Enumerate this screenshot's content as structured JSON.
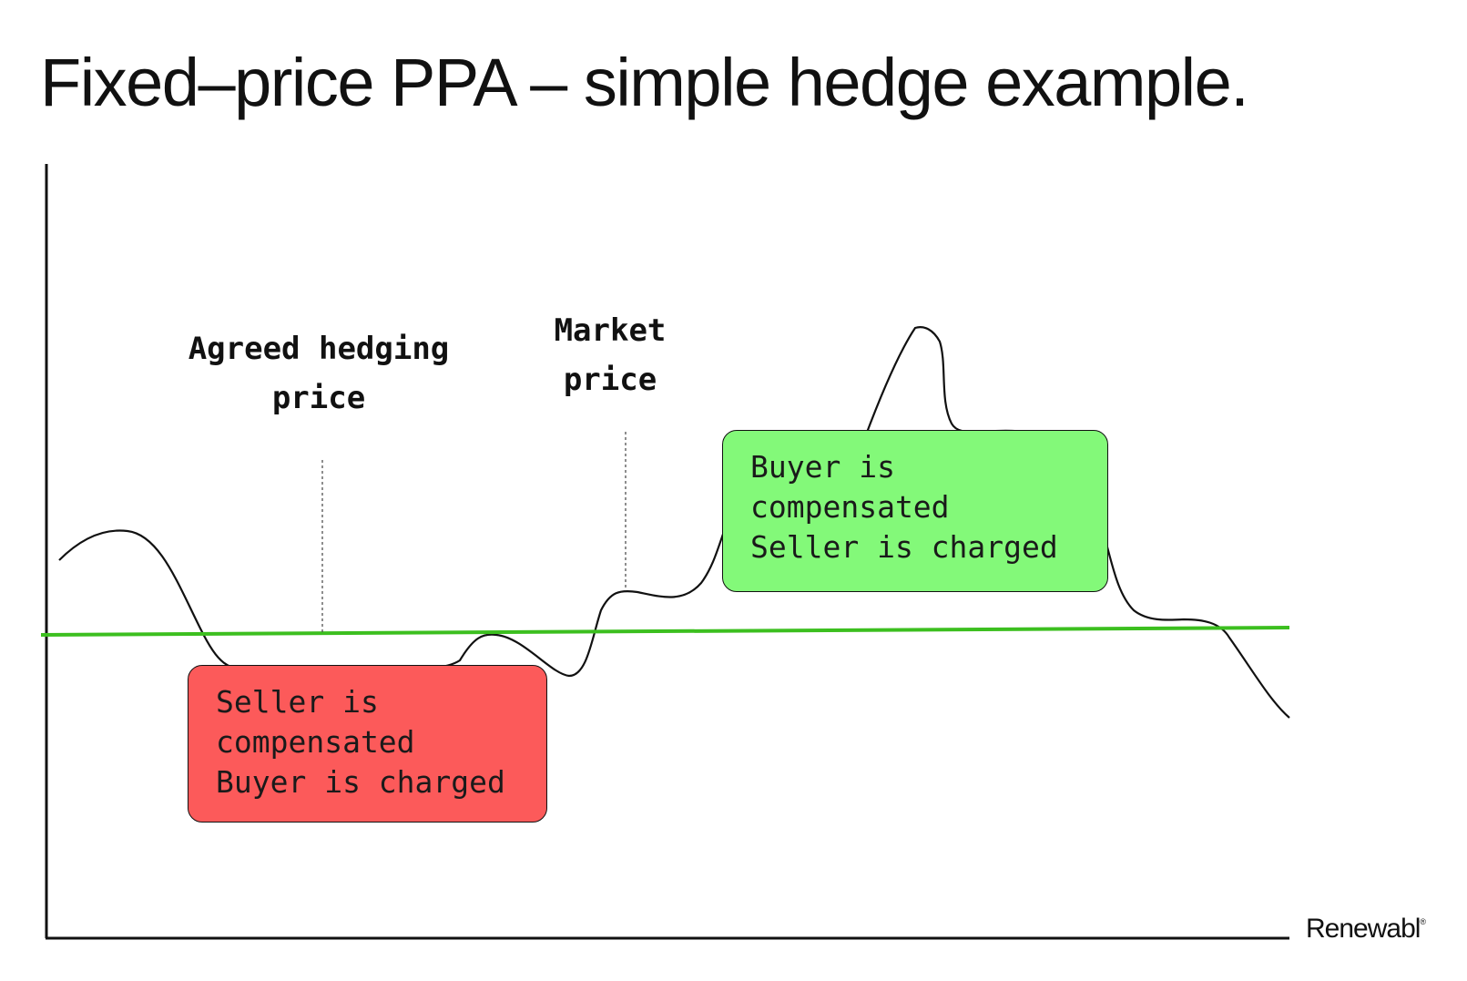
{
  "title": "Fixed–price PPA – simple hedge example.",
  "labels": {
    "agreed_price": [
      "Agreed hedging",
      "price"
    ],
    "market_price": [
      "Market",
      "price"
    ]
  },
  "callouts": {
    "buyer_compensated": [
      "Buyer is",
      "compensated",
      "Seller is charged"
    ],
    "seller_compensated": [
      "Seller is",
      "compensated",
      "Buyer is charged"
    ]
  },
  "brand": {
    "name": "Renewabl",
    "mark": "®"
  },
  "colors": {
    "hedge_line": "#3cbf1f",
    "market_line": "#111111",
    "buyer_box": "#83f979",
    "seller_box": "#fc5a5a",
    "text": "#111111"
  }
}
